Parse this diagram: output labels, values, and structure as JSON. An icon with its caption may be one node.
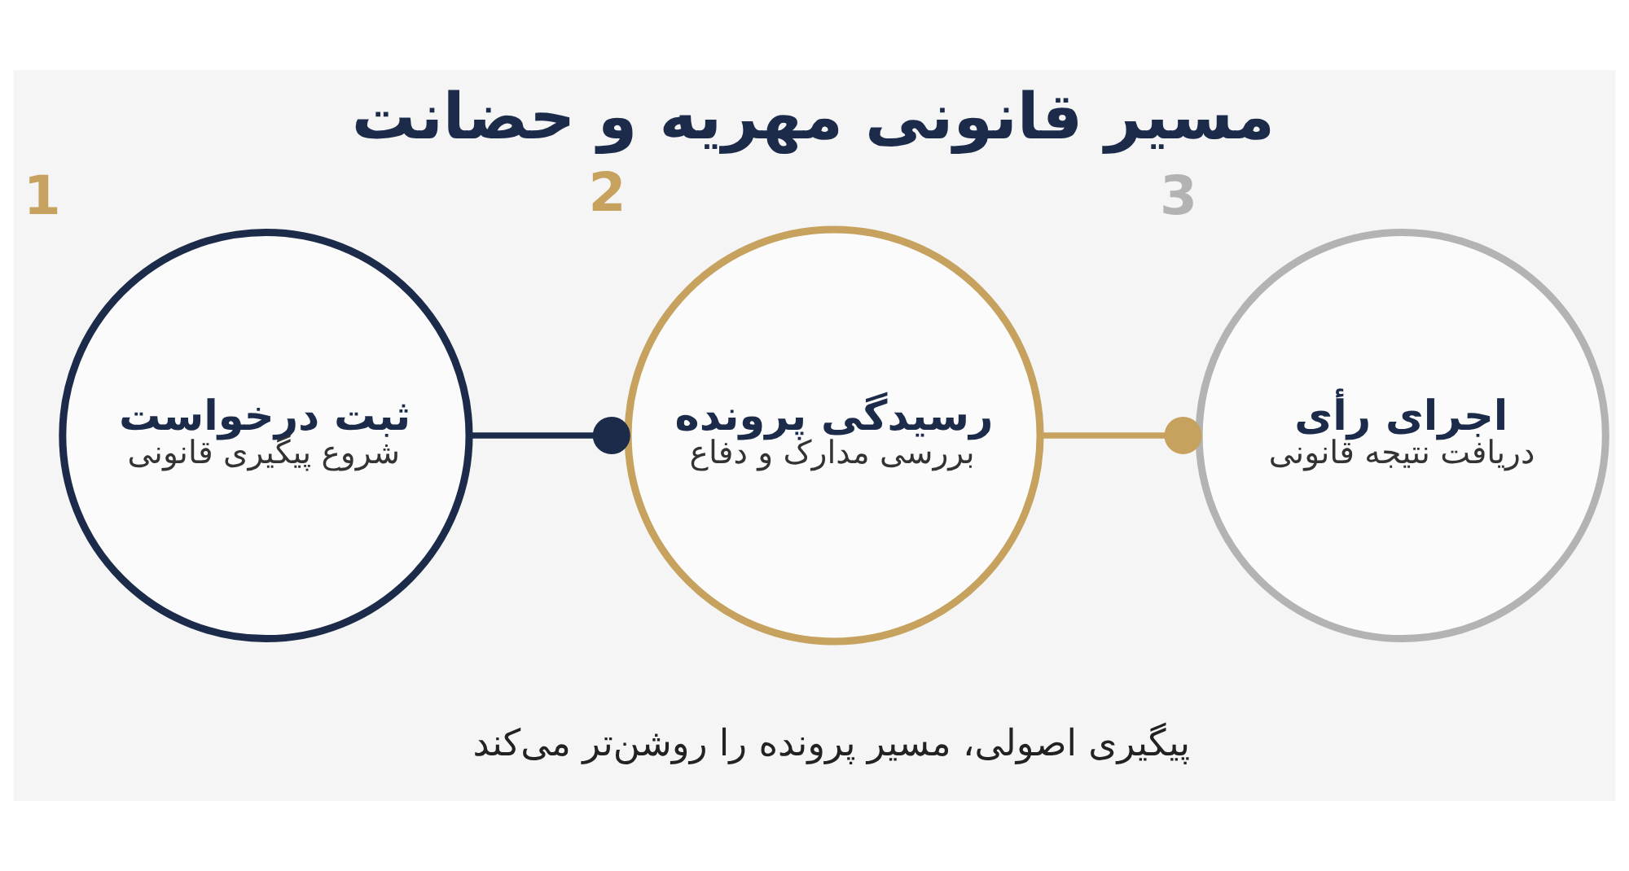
{
  "diagram": {
    "title": "مسیر قانونی مهریه و حضانت",
    "caption": "پیگیری اصولی، مسیر پرونده را روشن‌تر می‌کند",
    "nodes": [
      {
        "text": [
          "ثبت درخواست",
          "شروع پیگیری قانونی"
        ],
        "beside": [
          "1"
        ]
      },
      {
        "text": [
          "رسیدگی پرونده",
          "بررسی مدارک و دفاع"
        ],
        "beside": [
          "2"
        ]
      },
      {
        "text": [
          "اجرای رأی",
          "دریافت نتیجه قانونی"
        ],
        "beside": [
          "3"
        ]
      }
    ],
    "edges": [
      {
        "from": 0,
        "to": 1,
        "arrow": "other",
        "color": "#1c2b4a"
      },
      {
        "from": 1,
        "to": 2,
        "arrow": "other",
        "color": "#c6a25e"
      }
    ]
  }
}
